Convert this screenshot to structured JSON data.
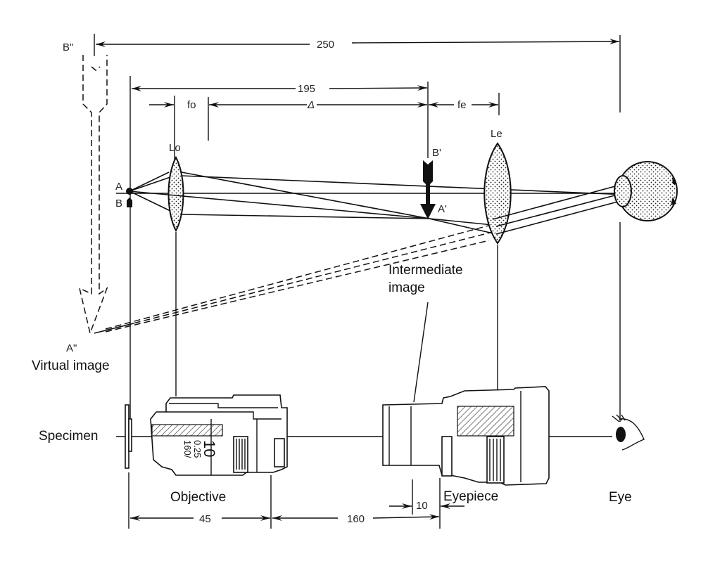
{
  "diagram": {
    "title": "Compound microscope image formation",
    "labels": {
      "point_a": "A",
      "point_b": "B",
      "point_a_prime": "A'",
      "point_b_prime": "B'",
      "point_a_double_prime": "A\"",
      "point_b_double_prime": "B\"",
      "objective_lens": "Lo",
      "eyepiece_lens": "Le",
      "objective_focal": "fo",
      "eyepiece_focal": "fe",
      "tube_delta": "Δ",
      "virtual_image": "Virtual image",
      "intermediate_image": "Intermediate\nimage",
      "intermediate_line1": "Intermediate",
      "intermediate_line2": "image",
      "specimen": "Specimen",
      "objective": "Objective",
      "eyepiece": "Eyepiece",
      "eye": "Eye"
    },
    "dimensions": {
      "d250": "250",
      "d195": "195",
      "d45": "45",
      "d160": "160",
      "d10": "10"
    },
    "objective_engraving": {
      "magnification": "10",
      "numerical_aperture": "0.25",
      "tube_length": "160/"
    }
  }
}
